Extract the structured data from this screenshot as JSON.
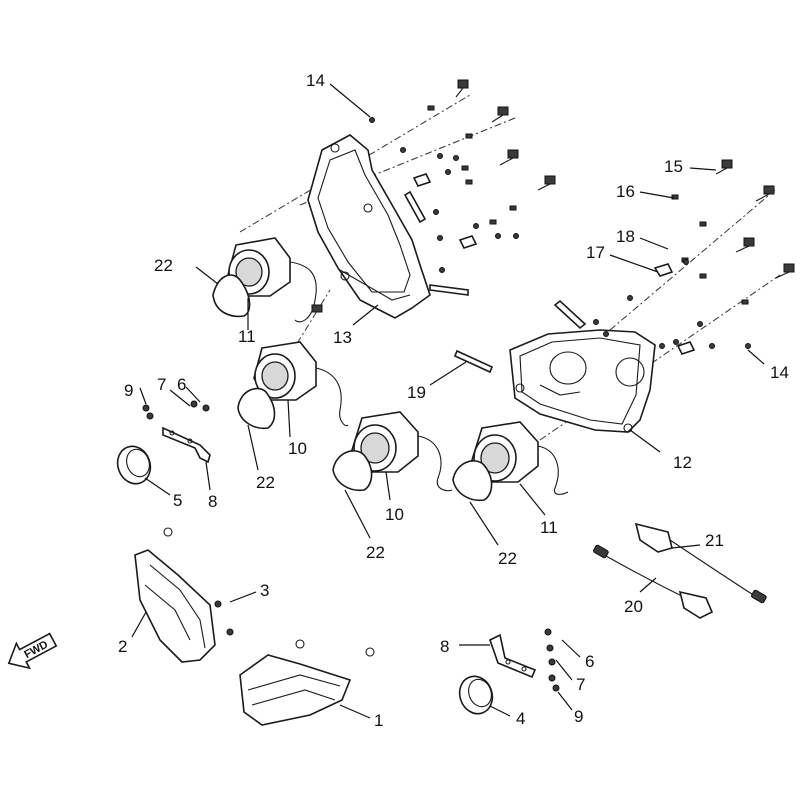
{
  "callouts": {
    "c1": "1",
    "c2": "2",
    "c3": "3",
    "c4": "4",
    "c5": "5",
    "c6a": "6",
    "c6b": "6",
    "c7a": "7",
    "c7b": "7",
    "c8a": "8",
    "c8b": "8",
    "c9a": "9",
    "c9b": "9",
    "c10a": "10",
    "c10b": "10",
    "c11a": "11",
    "c11b": "11",
    "c12": "12",
    "c13": "13",
    "c14a": "14",
    "c14b": "14",
    "c15": "15",
    "c16": "16",
    "c17": "17",
    "c18": "18",
    "c19": "19",
    "c20": "20",
    "c21": "21",
    "c22a": "22",
    "c22b": "22",
    "c22c": "22",
    "c22d": "22"
  },
  "forward_badge": "FWD",
  "icons": {
    "forward": "forward-arrow-icon"
  }
}
